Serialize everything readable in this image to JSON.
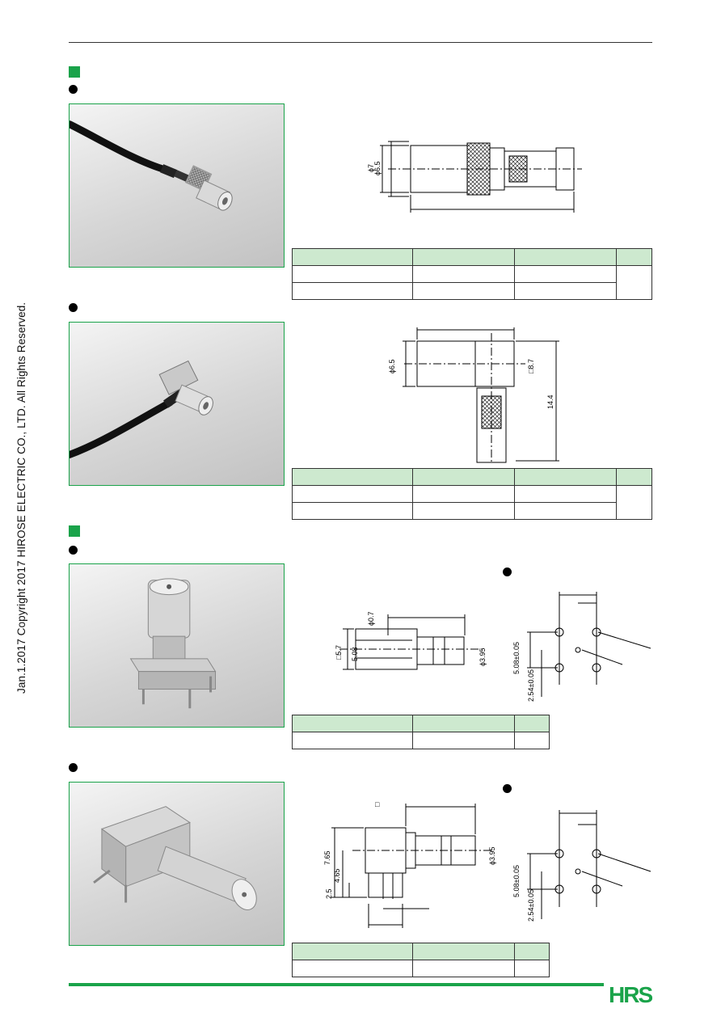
{
  "sidebar": {
    "copyright": "Jan.1.2017  Copyright 2017 HIROSE ELECTRIC CO., LTD. All Rights Reserved."
  },
  "dims": {
    "p1": {
      "d7": "ϕ7",
      "d65": "ϕ6.5"
    },
    "p2": {
      "d65": "ϕ6.5",
      "sq": "□8.7",
      "len": "14.4"
    },
    "p3": {
      "d07": "ϕ0.7",
      "sq": "□5.7",
      "h": "5.08",
      "d395": "ϕ3.95"
    },
    "p3pcb": {
      "a": "5.08±0.05",
      "b": "2.54±0.05"
    },
    "p4": {
      "sq": "□",
      "h1": "7.65",
      "h2": "4.65",
      "h3": "2.5",
      "d395": "ϕ3.95"
    },
    "p4pcb": {
      "a": "5.08±0.05",
      "b": "2.54±0.05"
    }
  },
  "colors": {
    "accent": "#1aa34a",
    "table_header": "#cde9cf"
  },
  "logo": {
    "text": "HRS"
  }
}
